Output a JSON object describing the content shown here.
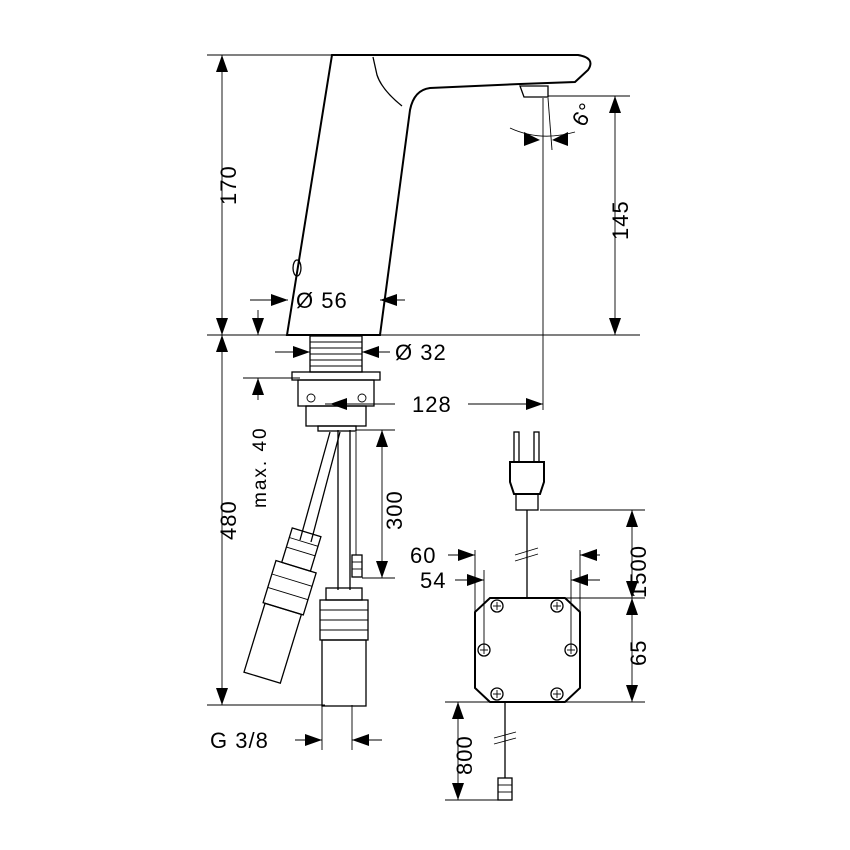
{
  "dimensions": {
    "d_170": "170",
    "d_145": "145",
    "d_6deg": "6°",
    "d_56": "Ø 56",
    "d_32": "Ø 32",
    "d_128": "128",
    "d_max40": "max. 40",
    "d_480": "480",
    "d_300": "300",
    "d_60": "60",
    "d_54": "54",
    "d_1500": "1500",
    "d_65": "65",
    "d_800": "800",
    "d_g38": "G 3/8"
  },
  "colors": {
    "line": "#000000",
    "background": "#ffffff"
  }
}
